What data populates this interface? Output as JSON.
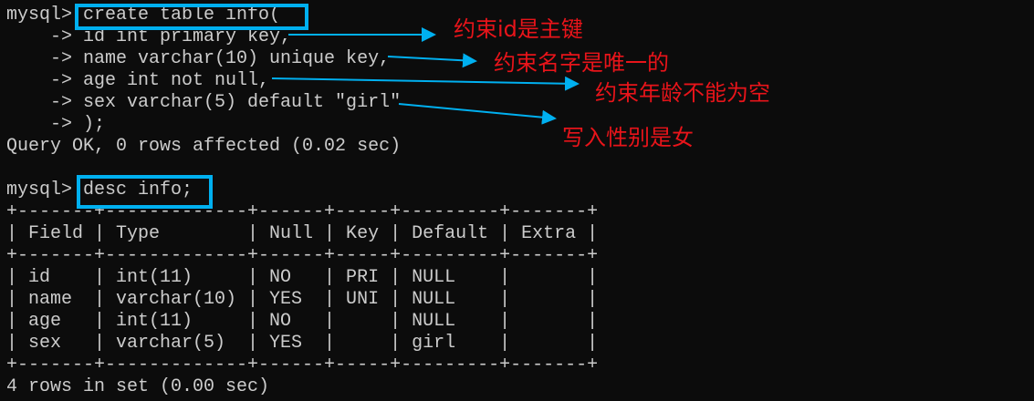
{
  "terminal": {
    "prompt": "mysql>",
    "create_cmd": " create table info(",
    "create_lines": [
      "    -> id int primary key,",
      "    -> name varchar(10) unique key,",
      "    -> age int not null,",
      "    -> sex varchar(5) default \"girl\"",
      "    -> );"
    ],
    "create_result": "Query OK, 0 rows affected (0.02 sec)",
    "desc_cmd": " desc info;",
    "table_lines": [
      "+-------+-------------+------+-----+---------+-------+",
      "| Field | Type        | Null | Key | Default | Extra |",
      "+-------+-------------+------+-----+---------+-------+",
      "| id    | int(11)     | NO   | PRI | NULL    |       |",
      "| name  | varchar(10) | YES  | UNI | NULL    |       |",
      "| age   | int(11)     | NO   |     | NULL    |       |",
      "| sex   | varchar(5)  | YES  |     | girl    |       |",
      "+-------+-------------+------+-----+---------+-------+",
      "4 rows in set (0.00 sec)"
    ]
  },
  "annotations": [
    "约束id是主键",
    "约束名字是唯一的",
    "约束年龄不能为空",
    "写入性别是女"
  ],
  "colors": {
    "annotation": "#e8141a",
    "highlight": "#00b0f0",
    "background": "#0c0c0c",
    "text": "#cccccc"
  }
}
